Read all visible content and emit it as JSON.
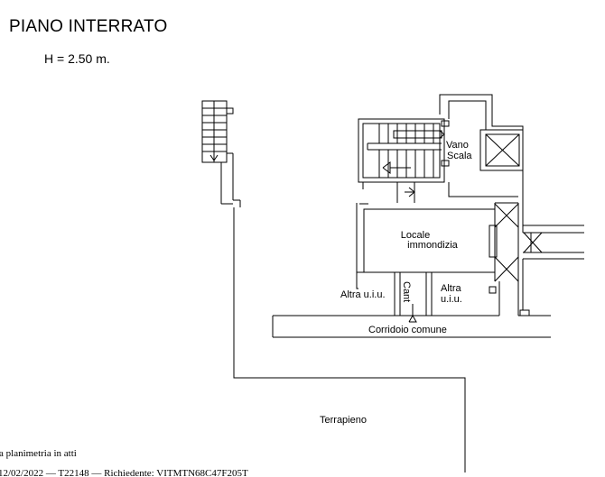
{
  "header": {
    "title": "PIANO INTERRATO",
    "height": "H = 2.50 m."
  },
  "rooms": {
    "vano": "Vano",
    "scala": "Scala",
    "locale": "Locale",
    "immondizia": "immondizia",
    "altra_uiu_left": "Altra u.i.u.",
    "cant": "Cant",
    "altra": "Altra",
    "uiu": "u.i.u.",
    "corridoio": "Corridoio comune",
    "terrapieno": "Terrapieno"
  },
  "footer": {
    "line1": "a planimetria in atti",
    "line2": "12/02/2022 — T22148 — Richiedente: VITMTN68C47F205T"
  }
}
